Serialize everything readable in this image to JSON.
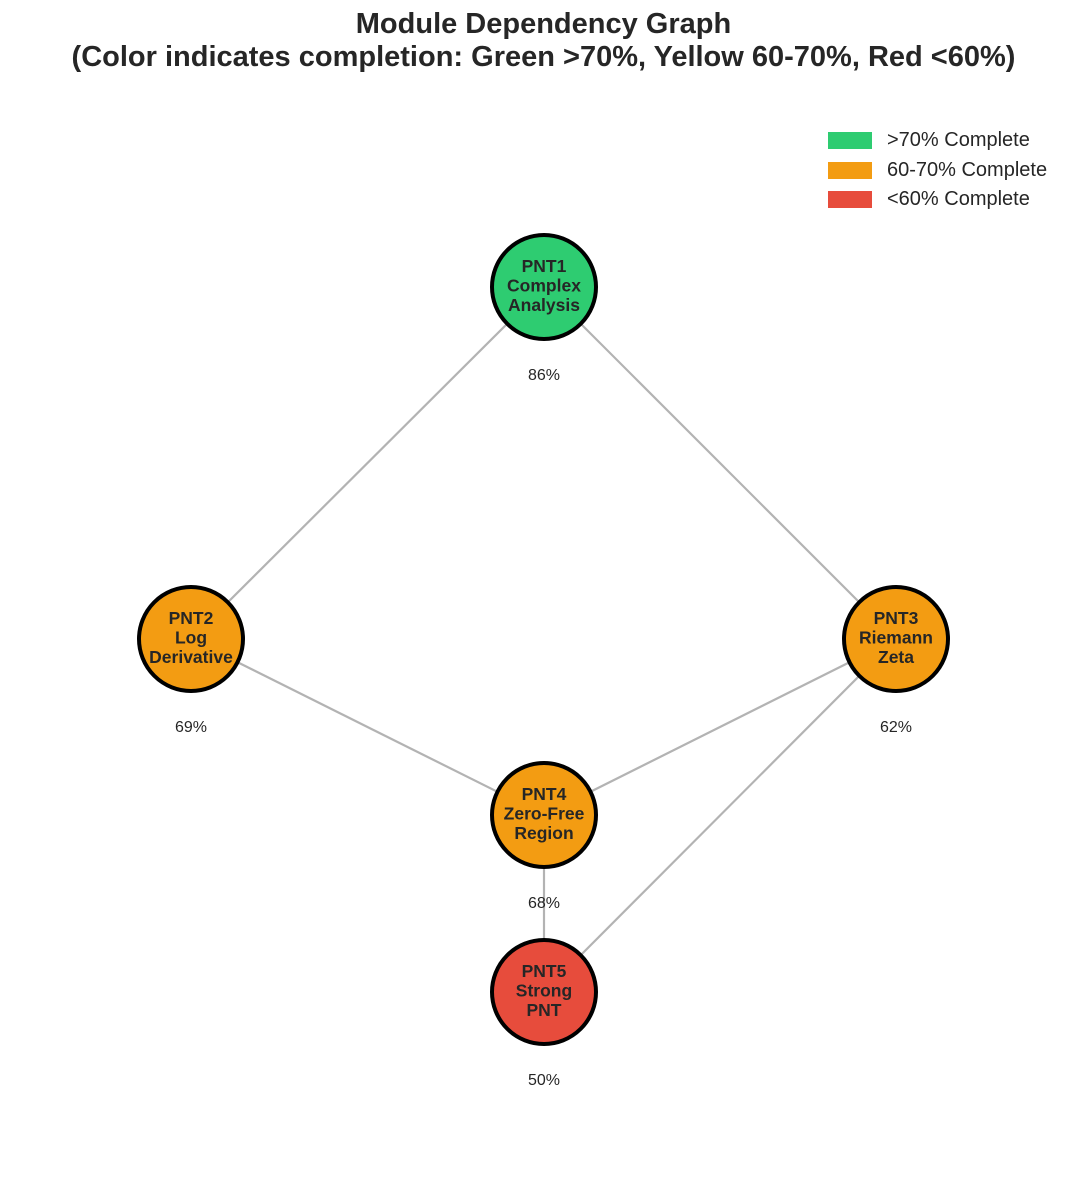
{
  "title": {
    "line1": "Module Dependency Graph",
    "line2": "(Color indicates completion: Green >70%, Yellow 60-70%, Red <60%)"
  },
  "colors": {
    "green": "#2ecc71",
    "yellow": "#f39c12",
    "red": "#e74c3c",
    "edge": "#b3b3b3"
  },
  "legend": [
    {
      "label": ">70% Complete",
      "color": "#2ecc71"
    },
    {
      "label": "60-70% Complete",
      "color": "#f39c12"
    },
    {
      "label": "<60% Complete",
      "color": "#e74c3c"
    }
  ],
  "nodes": [
    {
      "id": "PNT1",
      "lines": [
        "PNT1",
        "Complex",
        "Analysis"
      ],
      "completion_label": "86%",
      "completion": 86
    },
    {
      "id": "PNT2",
      "lines": [
        "PNT2",
        "Log",
        "Derivative"
      ],
      "completion_label": "69%",
      "completion": 69
    },
    {
      "id": "PNT3",
      "lines": [
        "PNT3",
        "Riemann",
        "Zeta"
      ],
      "completion_label": "62%",
      "completion": 62
    },
    {
      "id": "PNT4",
      "lines": [
        "PNT4",
        "Zero-Free",
        "Region"
      ],
      "completion_label": "68%",
      "completion": 68
    },
    {
      "id": "PNT5",
      "lines": [
        "PNT5",
        "Strong",
        "PNT"
      ],
      "completion_label": "50%",
      "completion": 50
    }
  ],
  "edges": [
    [
      "PNT1",
      "PNT2"
    ],
    [
      "PNT1",
      "PNT3"
    ],
    [
      "PNT2",
      "PNT4"
    ],
    [
      "PNT3",
      "PNT4"
    ],
    [
      "PNT3",
      "PNT5"
    ],
    [
      "PNT4",
      "PNT5"
    ]
  ]
}
